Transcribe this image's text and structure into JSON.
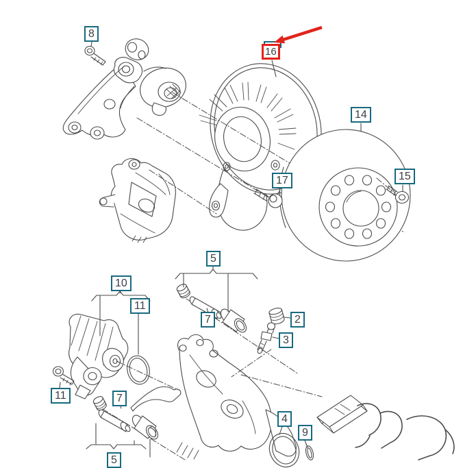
{
  "diagram": {
    "type": "exploded-parts-diagram",
    "subject": "rear brake assembly",
    "background": "#ffffff",
    "line_color": "#4a4a4a",
    "label_style": {
      "border_color": "#17697f",
      "text_color": "#3a4047",
      "background": "#ffffff"
    },
    "highlight": {
      "color": "#e2231a",
      "target_label": "16",
      "annotation": "red-arrow"
    },
    "callouts": [
      {
        "key": "8",
        "text": "8"
      },
      {
        "key": "16",
        "text": "16",
        "highlighted": true
      },
      {
        "key": "14",
        "text": "14"
      },
      {
        "key": "15",
        "text": "15"
      },
      {
        "key": "17",
        "text": "17"
      },
      {
        "key": "5-upper",
        "text": "5"
      },
      {
        "key": "7-upper",
        "text": "7"
      },
      {
        "key": "2",
        "text": "2"
      },
      {
        "key": "3",
        "text": "3"
      },
      {
        "key": "10",
        "text": "10"
      },
      {
        "key": "11-oring",
        "text": "11"
      },
      {
        "key": "11-bolt",
        "text": "11"
      },
      {
        "key": "7-lower",
        "text": "7"
      },
      {
        "key": "4",
        "text": "4"
      },
      {
        "key": "9",
        "text": "9"
      },
      {
        "key": "5-lower",
        "text": "5"
      }
    ]
  }
}
